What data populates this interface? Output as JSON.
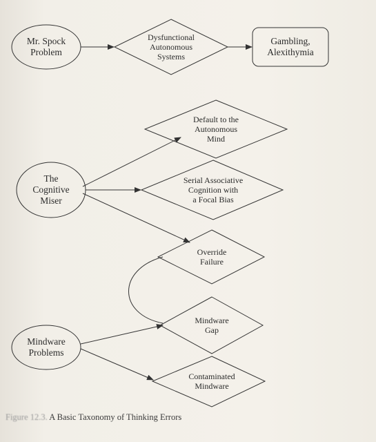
{
  "nodes": {
    "spock": "Mr. Spock\nProblem",
    "dysfunctional": "Dysfunctional\nAutonomous\nSystems",
    "gambling": "Gambling,\nAlexithymia",
    "miser": "The\nCognitive\nMiser",
    "default_autonomous": "Default to the\nAutonomous\nMind",
    "serial_associative": "Serial Associative\nCognition with\na Focal Bias",
    "override": "Override\nFailure",
    "mindware_problems": "Mindware\nProblems",
    "mindware_gap": "Mindware\nGap",
    "contaminated": "Contaminated\nMindware"
  },
  "caption": {
    "number": "Figure 12.3.",
    "text": "A Basic Taxonomy of Thinking Errors"
  }
}
